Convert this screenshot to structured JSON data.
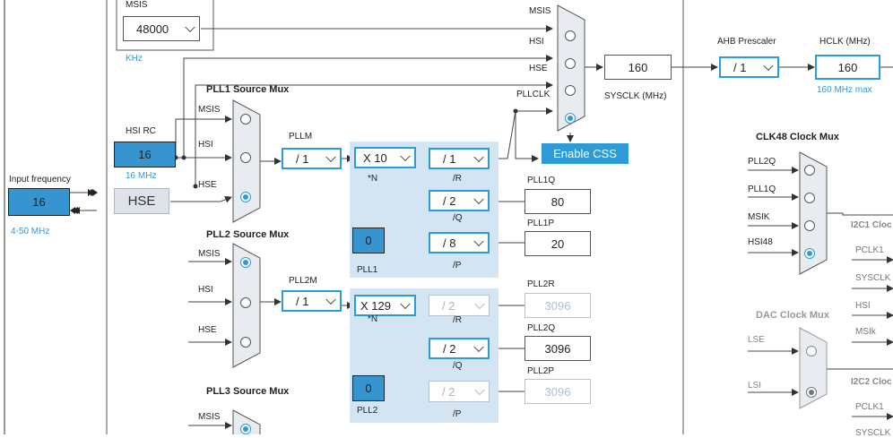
{
  "msis_block": {
    "label": "MSIS",
    "value": "48000",
    "unit": "KHz"
  },
  "sysclk_mux": {
    "in_msis": "MSIS",
    "in_hsi": "HSI",
    "in_hse": "HSE",
    "in_pllclk": "PLLCLK"
  },
  "sysclk": {
    "value": "160",
    "label": "SYSCLK (MHz)"
  },
  "ahb": {
    "label": "AHB Prescaler",
    "value": "/ 1"
  },
  "hclk": {
    "label": "HCLK (MHz)",
    "value": "160",
    "max": "160 MHz max"
  },
  "enable_css": "Enable CSS",
  "pll1_mux": {
    "title": "PLL1 Source Mux",
    "msis": "MSIS",
    "hsi": "HSI",
    "hse": "HSE"
  },
  "hsirc": {
    "label": "HSI RC",
    "value": "16",
    "freq": "16 MHz"
  },
  "input_freq": {
    "label": "Input frequency",
    "value": "16",
    "range": "4-50 MHz"
  },
  "hse_label": "HSE",
  "pll1": {
    "pllm_label": "PLLM",
    "pllm": "/ 1",
    "n": "X 10",
    "n_label": "*N",
    "r": "/ 1",
    "r_label": "/R",
    "q": "/ 2",
    "q_label": "/Q",
    "p": "/ 8",
    "p_label": "/P",
    "q_out_label": "PLL1Q",
    "q_out": "80",
    "p_out_label": "PLL1P",
    "p_out": "20",
    "fracn": "0",
    "name": "PLL1"
  },
  "pll2_mux": {
    "title": "PLL2 Source Mux",
    "msis": "MSIS",
    "hsi": "HSI",
    "hse": "HSE"
  },
  "pll2": {
    "pllm_label": "PLL2M",
    "pllm": "/ 1",
    "n": "X 129",
    "n_label": "*N",
    "r": "/ 2",
    "r_label": "/R",
    "q": "/ 2",
    "q_label": "/Q",
    "p": "/ 2",
    "p_label": "/P",
    "r_out_label": "PLL2R",
    "r_out": "3096",
    "q_out_label": "PLL2Q",
    "q_out": "3096",
    "p_out_label": "PLL2P",
    "p_out": "3096",
    "fracn": "0",
    "name": "PLL2"
  },
  "pll3_mux": {
    "title": "PLL3 Source Mux",
    "msis": "MSIS"
  },
  "clk48": {
    "title": "CLK48 Clock Mux",
    "in1": "PLL2Q",
    "in2": "PLL1Q",
    "in3": "MSIK",
    "in4": "HSI48"
  },
  "i2c1": {
    "title": "I2C1 Cloc",
    "in1": "PCLK1",
    "in2": "SYSCLK",
    "in3": "HSI",
    "in4": "MSIk"
  },
  "dac": {
    "title": "DAC Clock Mux",
    "lse": "LSE",
    "lsi": "LSI"
  },
  "i2c2": {
    "title": "I2C2 Cloc",
    "in1": "PCLK1",
    "in2": "SYSCLK"
  }
}
